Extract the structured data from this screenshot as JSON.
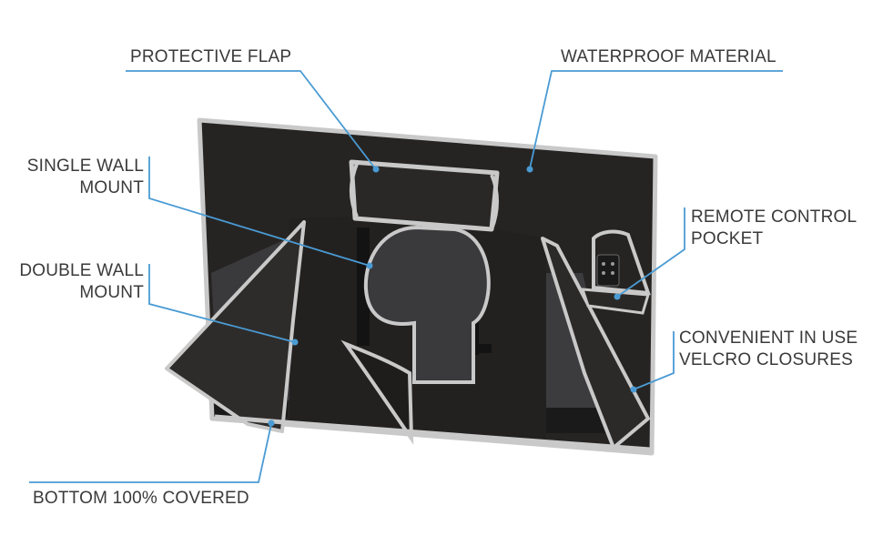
{
  "colors": {
    "callout_line": "#4a9bd4",
    "label_text": "#3a3a3a",
    "cover_fabric": "#242222",
    "cover_trim": "#c9c9c9",
    "tv_screen": "#3b3b3d"
  },
  "callouts": {
    "protective_flap": {
      "line1": "PROTECTIVE FLAP"
    },
    "waterproof_material": {
      "line1": "WATERPROOF MATERIAL"
    },
    "single_wall_mount": {
      "line1": "SINGLE WALL",
      "line2": "MOUNT"
    },
    "double_wall_mount": {
      "line1": "DOUBLE WALL",
      "line2": "MOUNT"
    },
    "remote_control_pocket": {
      "line1": "REMOTE CONTROL",
      "line2": "POCKET"
    },
    "velcro_closures": {
      "line1": "CONVENIENT IN USE",
      "line2": "VELCRO CLOSURES"
    },
    "bottom_covered": {
      "line1": "BOTTOM 100% COVERED"
    }
  }
}
